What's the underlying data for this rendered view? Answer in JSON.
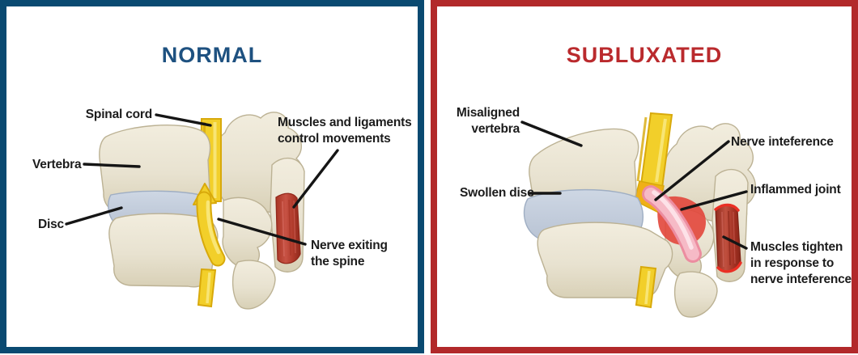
{
  "colors": {
    "normal-accent": "#1E5180",
    "normal-border": "#0A4A71",
    "subluxated-accent": "#BA2A2D",
    "subluxated-border": "#B2292A",
    "label-ink": "#1C1C1C",
    "bone": "#E8E2D0",
    "bone-shade": "#D8D0B7",
    "disc": "#C5CEDB",
    "nerve-yellow": "#F2CF2A",
    "nerve-yellow-edge": "#D8A90B",
    "muscle-red": "#BA3C2E",
    "muscle-red-bright": "#EA2F24",
    "inflamed-red": "#E2463B",
    "swollen-pink": "#F6BAC6",
    "swollen-pink-edge": "#EC8DA0"
  },
  "panels": {
    "normal": {
      "title": "NORMAL",
      "labels": {
        "spinal_cord": "Spinal cord",
        "vertebra": "Vertebra",
        "disc": "Disc",
        "muscles": "Muscles and ligaments\ncontrol movements",
        "nerve_exiting": "Nerve exiting\nthe spine"
      }
    },
    "subluxated": {
      "title": "SUBLUXATED",
      "labels": {
        "misaligned_vertebra": "Misaligned\nvertebra",
        "swollen_disc": "Swollen disc",
        "nerve_interference": "Nerve inteference",
        "inflamed_joint": "Inflammed joint",
        "muscles_tighten": "Muscles tighten\nin response to\nnerve inteference"
      }
    }
  }
}
